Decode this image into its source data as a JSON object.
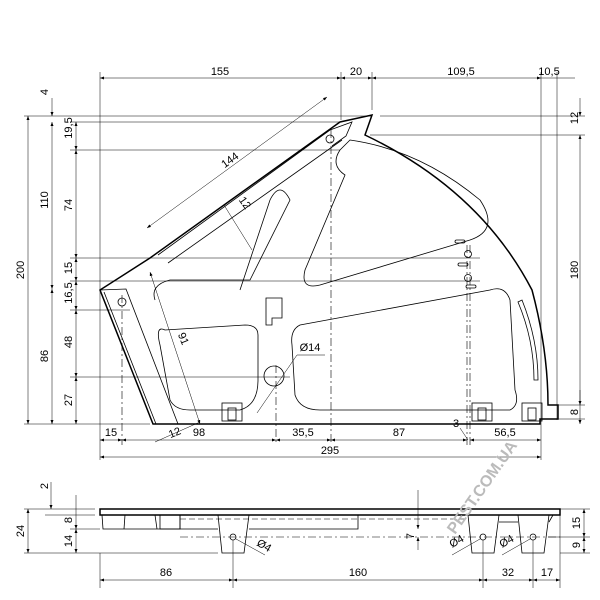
{
  "top_view": {
    "top_dims": {
      "d155": "155",
      "d20": "20",
      "d109_5": "109,5",
      "d10_5": "10,5"
    },
    "left_dims": {
      "d200": "200",
      "d4": "4",
      "d110": "110",
      "d86": "86",
      "d19_5": "19,5",
      "d74": "74",
      "d15": "15",
      "d16_5": "16,5",
      "d48": "48",
      "d27": "27"
    },
    "right_dims": {
      "d12": "12",
      "d180": "180",
      "d8": "8"
    },
    "bottom_dims": {
      "d15": "15",
      "d98": "98",
      "d35_5": "35,5",
      "d87": "87",
      "d3": "3",
      "d56_5": "56,5",
      "d295": "295"
    },
    "inner_dims": {
      "d144": "144",
      "d12a": "12",
      "d91": "91",
      "d12b": "12",
      "hole": "Ø14"
    }
  },
  "side_view": {
    "left_dims": {
      "d2": "2",
      "d24": "24",
      "d8": "8",
      "d14": "14"
    },
    "right_dims": {
      "d15": "15",
      "d9": "9",
      "d7": "7"
    },
    "bottom_dims": {
      "d86": "86",
      "d160": "160",
      "d32": "32",
      "d17": "17"
    },
    "holes": {
      "h1": "Ø4",
      "h2": "Ø4",
      "h3": "Ø4"
    }
  },
  "watermark": "PEST.COM.UA"
}
